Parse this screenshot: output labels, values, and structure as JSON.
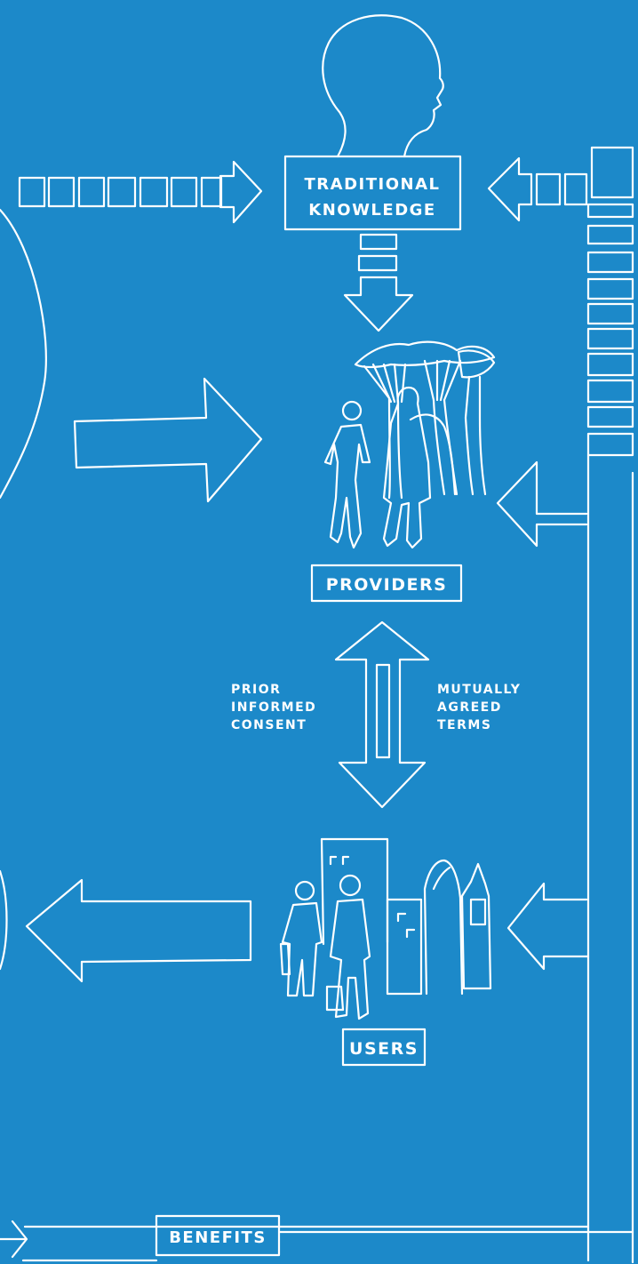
{
  "colors": {
    "background": "#1c89c9",
    "line": "#ffffff"
  },
  "labels": {
    "traditional_knowledge_line1": "TRADITIONAL",
    "traditional_knowledge_line2": "KNOWLEDGE",
    "providers": "PROVIDERS",
    "users": "USERS",
    "benefits": "BENEFITS",
    "pic_line1": "PRIOR",
    "pic_line2": "INFORMED",
    "pic_line3": "CONSENT",
    "mat_line1": "MUTUALLY",
    "mat_line2": "AGREED",
    "mat_line3": "TERMS"
  },
  "icons": [
    "head-silhouette-icon",
    "plants-icon",
    "providers-people-icon",
    "users-people-icon",
    "city-buildings-icon"
  ]
}
